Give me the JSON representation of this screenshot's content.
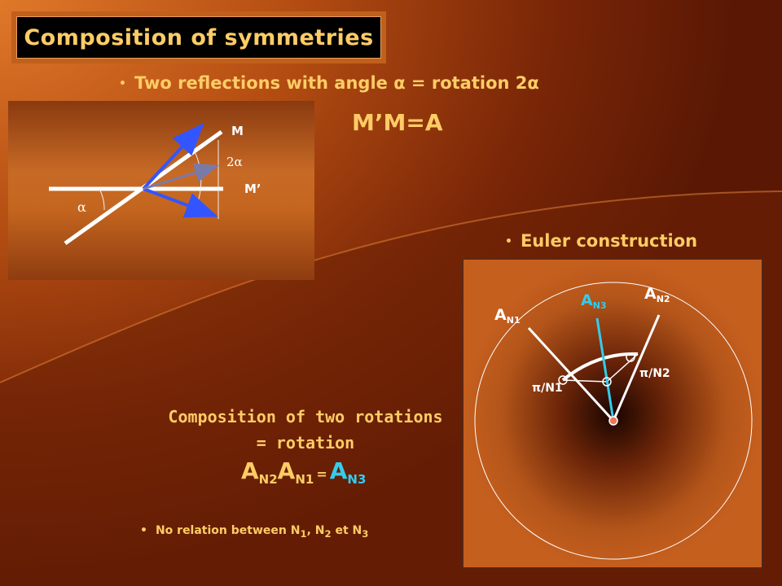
{
  "title": "Composition of symmetries",
  "bullets": {
    "reflections": "Two reflections with angle α = rotation 2α",
    "euler": "Euler construction",
    "no_relation_prefix": "No relation between N",
    "no_relation_sep1": ", N",
    "no_relation_sep2": " et N",
    "sub1": "1",
    "sub2": "2",
    "sub3": "3"
  },
  "equation_mm": "M’M=A",
  "diagram1": {
    "label_M": "M",
    "label_M_prime": "M’",
    "label_alpha": "α",
    "label_2alpha": "2α"
  },
  "diagram2": {
    "label_A": "A",
    "sub_N1": "N1",
    "sub_N2": "N2",
    "sub_N3": "N3",
    "label_pi_N1": "π/N1",
    "label_pi_N2": "π/N2"
  },
  "composition": {
    "line1": "Composition of two rotations",
    "line2": "= rotation",
    "A": "A",
    "sub_N2": "N2",
    "sub_N1": "N1",
    "sub_N3": "N3",
    "equals": "="
  },
  "colors": {
    "text_yellow": "#ffcc66",
    "accent_cyan": "#33ccee",
    "arrow_blue": "#3355ff"
  }
}
